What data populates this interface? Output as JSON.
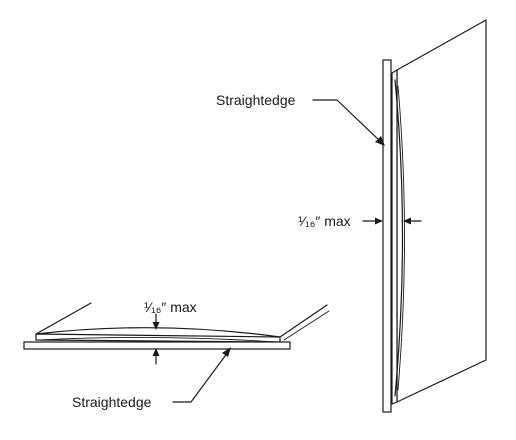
{
  "labels": {
    "straightedge_top": "Straightedge",
    "straightedge_bottom": "Straightedge",
    "max_vertical": "¹⁄₁₆″ max",
    "max_horizontal": "¹⁄₁₆″ max"
  }
}
